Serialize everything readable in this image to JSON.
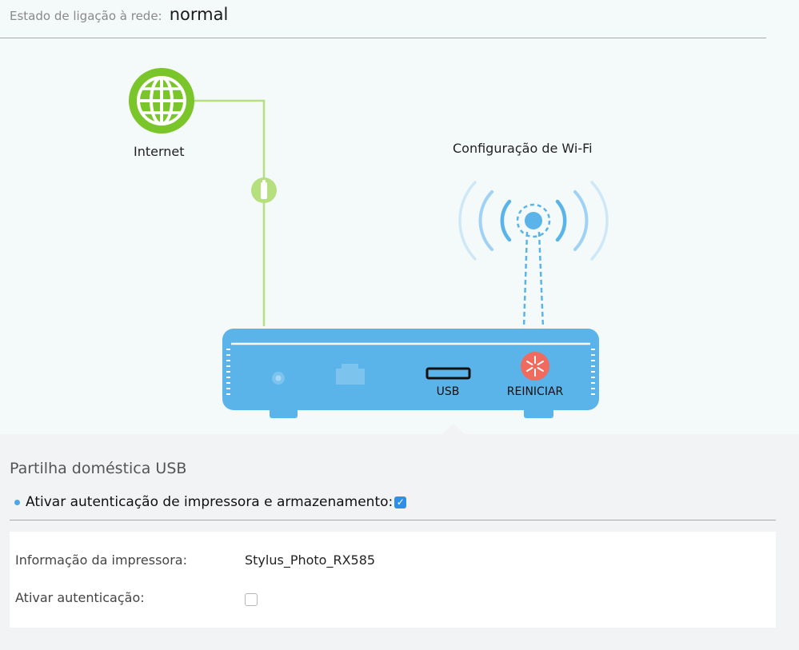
{
  "header": {
    "status_label": "Estado de ligação à rede:",
    "status_value": "normal"
  },
  "diagram": {
    "internet_label": "Internet",
    "wifi_label": "Configuração de Wi-Fi",
    "usb_label": "USB",
    "reboot_label": "REINICIAR",
    "icons": [
      "globe-icon",
      "cable-connector-icon",
      "wifi-antenna-icon",
      "power-port-icon",
      "ethernet-port-icon",
      "usb-port-icon",
      "reboot-icon"
    ],
    "colors": {
      "internet_green": "#7ac52a",
      "router_blue": "#5ab4ea",
      "reboot_red": "#f06a5e"
    }
  },
  "usb_sharing": {
    "title": "Partilha doméstica USB",
    "enable_auth_label": "Ativar autenticação de impressora e armazenamento:",
    "enable_auth_checked": true,
    "printer_info_label": "Informação da impressora:",
    "printer_info_value": "Stylus_Photo_RX585",
    "auth_label": "Ativar autenticação:",
    "auth_checked": false
  }
}
